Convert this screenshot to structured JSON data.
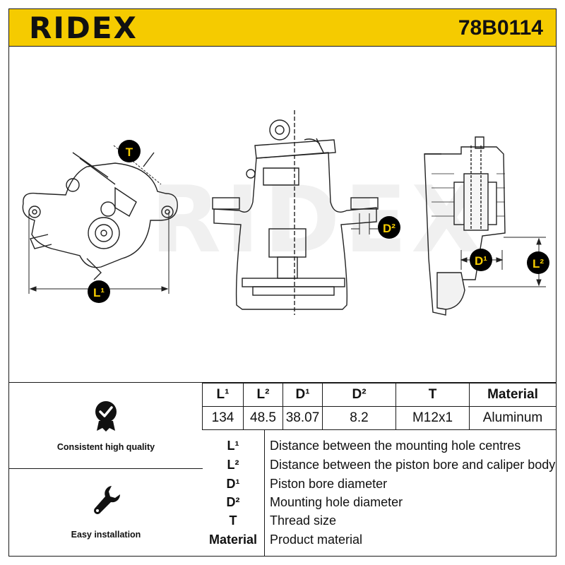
{
  "header": {
    "brand": "RIDEX",
    "article_number": "78B0114"
  },
  "colors": {
    "brand_yellow": "#f5cb00",
    "line": "#1a1a1a",
    "dimension_label_bg": "#000000"
  },
  "drawing": {
    "watermark": "RIDEX",
    "dimension_labels": {
      "T": "T",
      "L1": "L¹",
      "D2": "D²",
      "D1": "D¹",
      "L2": "L²"
    }
  },
  "features": [
    {
      "icon": "quality-badge-icon",
      "label": "Consistent high quality"
    },
    {
      "icon": "wrench-icon",
      "label": "Easy installation"
    }
  ],
  "specs": {
    "headers": [
      "L¹",
      "L²",
      "D¹",
      "D²",
      "T",
      "Material"
    ],
    "values": [
      "134",
      "48.5",
      "38.07",
      "8.2",
      "M12x1",
      "Aluminum"
    ]
  },
  "legend": [
    {
      "code": "L¹",
      "desc": "Distance between the mounting hole centres"
    },
    {
      "code": "L²",
      "desc": "Distance between the piston bore and caliper body"
    },
    {
      "code": "D¹",
      "desc": "Piston bore diameter"
    },
    {
      "code": "D²",
      "desc": "Mounting hole diameter"
    },
    {
      "code": "T",
      "desc": "Thread size"
    },
    {
      "code": "Material",
      "desc": "Product material"
    }
  ]
}
